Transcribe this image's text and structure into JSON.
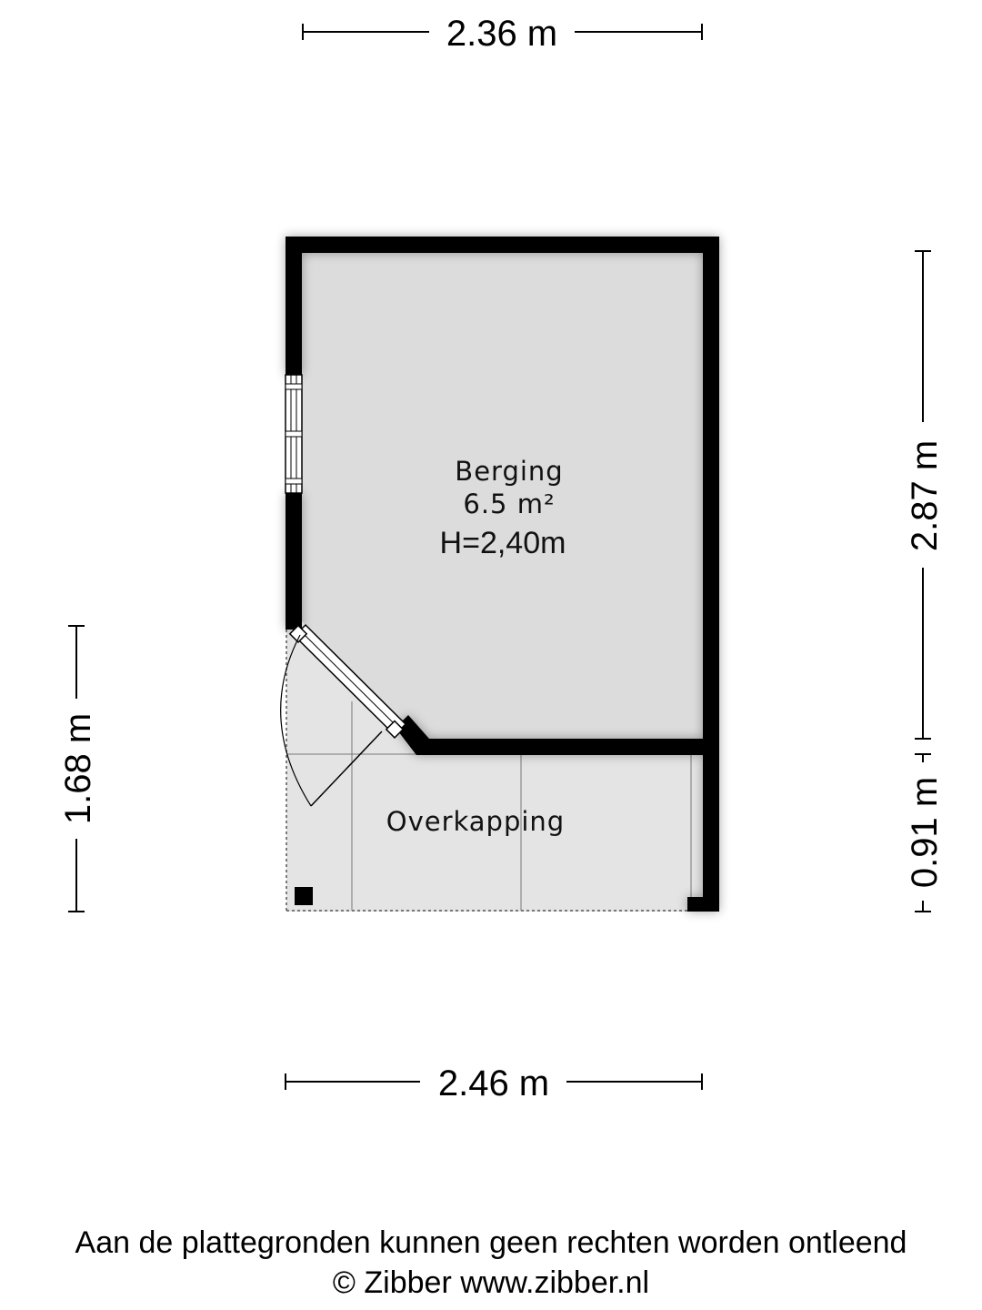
{
  "dimensions": {
    "top": "2.36 m",
    "bottom": "2.46 m",
    "left": "1.68 m",
    "right_upper": "2.87 m",
    "right_lower": "0.91 m"
  },
  "rooms": {
    "berging": {
      "name": "Berging",
      "area": "6.5 m²",
      "height": "H=2,40m"
    },
    "overkapping": {
      "name": "Overkapping"
    }
  },
  "footer": {
    "disclaimer": "Aan de plattegronden kunnen geen rechten worden ontleend",
    "copyright": "© Zibber www.zibber.nl"
  },
  "colors": {
    "wall": "#000000",
    "floor": "#dcdcdc",
    "covered_floor": "#e4e4e4"
  }
}
